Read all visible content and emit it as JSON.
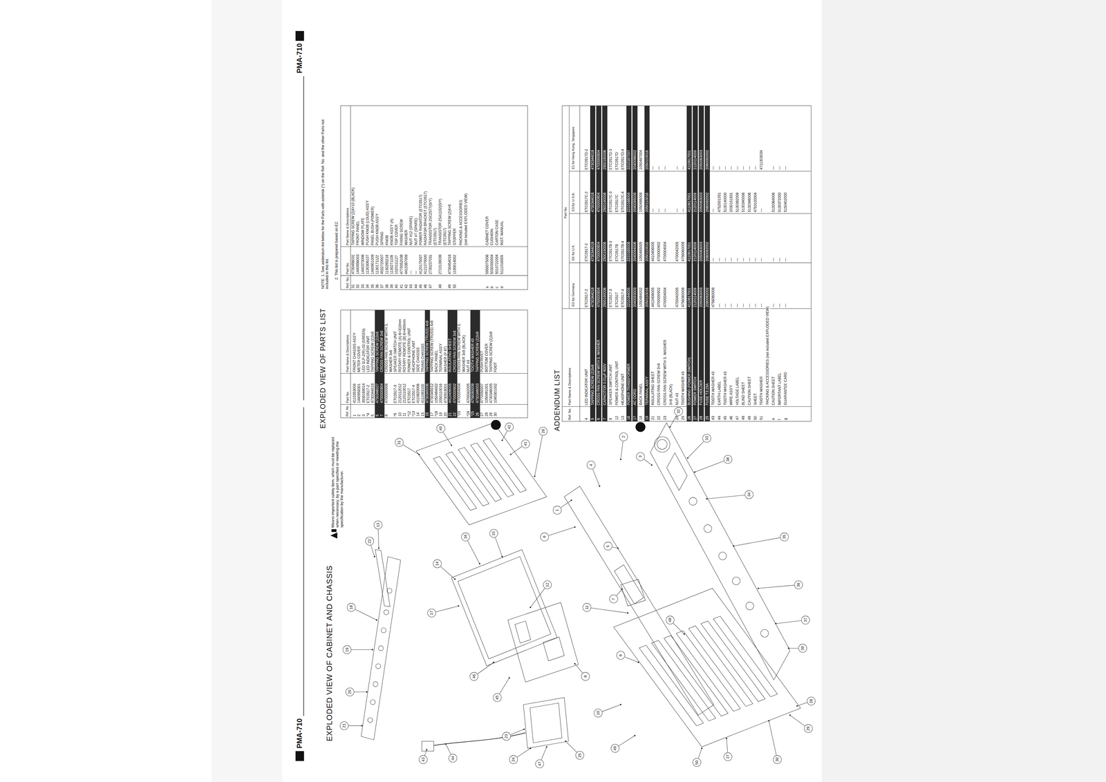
{
  "diagram": {
    "title": "EXPLODED VIEW OF CABINET AND CHASSIS",
    "labels": [
      "PMA-710",
      "PMA-710",
      "EXPLODED VIEW OF PARTS LIST",
      "Means important safety item, which must be replaced when necessary, by a part specified or meeting the specification by the manufacturer.",
      "NOTE: 1. See addendum list below for the Parts with asterisk (*) on the Ref. No. and the other Parts not included in this list.",
      "2. This list is prepared based on E2.",
      "ADDENDUM LIST",
      "Ref. No.",
      "Part No.",
      "Part Name & Descriptions",
      "1",
      "4110353009",
      "FRONT CHASSIS ASS'Y",
      "2",
      "1440958301",
      "METER COVER",
      "3",
      "3939169014",
      "LED SLP-2(R)-03 (GREEN)",
      "*4",
      "ETC0517-2",
      "LED INDICATOR UNIT",
      "5",
      "4730344018",
      "TAPPING SCREW (2)3x8",
      "6",
      "4730346027",
      "TAPPING SCREW (2)3x8",
      "7",
      "4700000804",
      "CROSS PAN SCREW 3x6",
      "8",
      "4700000906",
      "CROSS PAN SCREW WITH S.",
      "WASHER 3x6",
      "*9",
      "ETC0517-3",
      "SPEAKER SWITCH UNIT",
      "10",
      "2120112012",
      "ROTARY REMOTE (A) 6×310mm",
      "11",
      "2120110012",
      "ROTARY REMOTE (B) 6×400mm",
      "*12",
      "ETC0517",
      "POWER & CONTROL UNIT",
      "*13",
      "ETC0517-4",
      "HEADPHONE UNIT",
      "14",
      "4110820006",
      "SIDE CHASSIS",
      "15",
      "4111083100",
      "TRANS CHASSIS",
      "16",
      "4730345006",
      "TAPPING SCREW (TRUSS) 4x8",
      "17",
      "4730345012",
      "TAPPING SCREW (TRUSS) 4x8",
      "*18",
      "1050484002",
      "BACK PANEL",
      "19",
      "2050110016",
      "TERMINAL ASS'Y",
      "20",
      "4730918001",
      "WASHER (P 87)",
      "21",
      "4410406005",
      "INSULATING SHEET",
      "22",
      "4700000902",
      "CROSS PAN SCREW 3x8",
      "*23",
      "4700004004",
      "CROSS PAN SCREW WITH S.",
      "WASHER 3x8 (BLACK)",
      "*24",
      "4700042005",
      "NUT #3",
      "*25",
      "4756060008",
      "TOOTH WASHER #3",
      "26",
      "4730346003",
      "TAPPING SCREW (2)3x8",
      "27",
      "4770050007",
      "PUSH RIVET",
      "28",
      "1050481001",
      "BOTTOM COVER",
      "29",
      "4730346005",
      "TAPPING SCREW (2)3x8",
      "30",
      "1040301002",
      "FOOT",
      "Ref. No.",
      "Part No.",
      "Part Name & Descriptions",
      "31",
      "4730456031",
      "TAPPING SCREW (2)4×10 (BLACK)",
      "32",
      "1440956003",
      "FRONT PANEL",
      "33",
      "1440373006",
      "WINDOW PLATE",
      "34",
      "1130306107",
      "PUSH KNOB (LOUD) ASS'Y",
      "35",
      "1440901009",
      "PANEL BUSH (POWER)",
      "36",
      "1130171122",
      "PUSH KNOB ASS'Y",
      "37",
      "4532720007",
      "SPRING",
      "38",
      "1130265216",
      "KNOB",
      "39",
      "1130271108",
      "KNOB ASS'Y (A)",
      "40",
      "1020111127",
      "TOP COVER",
      "41",
      "4770052038",
      "FIXING SCREW",
      "42",
      "4410387009",
      "WASHER",
      "43",
      "—",
      "NUT #12 (SPARE)",
      "44",
      "—",
      "NUT #7 (SPARE)",
      "45",
      "4120175007",
      "POWER RADIATOR (ETC0517)",
      "46",
      "4121079000",
      "RADIATOR BRACKET (ETC0517)",
      "47",
      "2730237031",
      "TRANSISTOR 2SC2577(O/Y)",
      "(ETC0517)",
      "48",
      "2710139039",
      "TRANSISTOR 2SA1102(O/Y)",
      "(ETC0517)",
      "49",
      "4730454016",
      "TAPPING SCREW (2)4×8",
      "50",
      "1190014002",
      "STOPPER",
      "PACKING & ACCESSORIES",
      "(not included EXPLODED VIEW)",
      "a",
      "5950075006",
      "CABINET COVER",
      "b",
      "5030330004",
      "CUSHION",
      "c",
      "5010722004",
      "CARTON CASE",
      "d",
      "5111016009",
      "INST. MANUAL",
      "Ref. No.",
      "Part Name & Descriptions",
      "Part No.",
      "EG for Germany",
      "EK for U.K.",
      "E3 for U.S.A.",
      "E1 for Hong Kong, Singapore",
      "4",
      "LED INDICATOR UNIT",
      "ETC0517-2",
      "ETC0517-2",
      "ETC0517C-2",
      "ETC0517D-2",
      "5",
      "TAPPING SCREW (2)3x8",
      "4730344018",
      "4730344018",
      "4730344018",
      "4730344018",
      "6",
      "CROSS PAN SCREW WITH S. WASHER",
      "4700000804",
      "4700000804",
      "4700000804",
      "4700000804",
      "7",
      "CAPACITOR 0.01μF 600V",
      "2500190006",
      "2500190006",
      "2500190006",
      "2500190006",
      "9",
      "SPEAKER SWITCH UNIT",
      "ETC0517-3",
      "ETC0517B-3",
      "ETC0517C-3",
      "ETC0517D-3",
      "12",
      "POWER & CONTROL UNIT",
      "ETC0517",
      "ETC0517B",
      "ETC0517C",
      "ETC0517D",
      "13",
      "HEADPHONE UNIT",
      "ETC0517-4",
      "ETC0517B-4",
      "ETC0517C-4",
      "ETC0517D-4",
      "16",
      "POWER TRANSFORMER",
      "2210164005",
      "2210165008",
      "2210166004",
      "2210167007",
      "17",
      "AC CORD",
      "2040093003",
      "2040094006",
      "2040095009",
      "2040096002",
      "18",
      "BACK PANEL",
      "1050484002",
      "1050485005",
      "1050486008",
      "1050487004",
      "19",
      "TERMINAL ASS'Y",
      "2050110016",
      "2050110016",
      "2050110016",
      "2050110016",
      "21",
      "INSULATING SHEET",
      "4410406005",
      "4410406005",
      "—",
      "—",
      "22",
      "CROSS PAN SCREW 3×8",
      "4700000902",
      "4700000902",
      "—",
      "—",
      "23",
      "CROSS PAN SCREW WITH S. WASHER",
      "4700004004",
      "4700004004",
      "—",
      "—",
      "3×8 (BLACK)",
      "24",
      "NUT #3",
      "4700042005",
      "4700042005",
      "—",
      "—",
      "25",
      "TOOTH WASHER #3",
      "4756060008",
      "4756060008",
      "—",
      "—",
      "26",
      "BUSHING (POWER SWITCH)",
      "4110917001",
      "4110917001",
      "4110917001",
      "4110917001",
      "27",
      "POWER SWITCH",
      "2120114009",
      "2120114009",
      "2120114009",
      "2120114009",
      "28",
      "FUSE HOLDER",
      "2050063003",
      "2050063003",
      "2050063003",
      "2050063003",
      "29",
      "FUSE T3.15A",
      "2080092002",
      "2080092002",
      "2080092002",
      "2080092002",
      "43",
      "TOOTH WASHER #3",
      "4756060008",
      "—",
      "—",
      "—",
      "44",
      "EARTH LABEL",
      "—",
      "—",
      "4752001051",
      "—",
      "45",
      "TOOTH WASHER #3",
      "—",
      "—",
      "5130140000",
      "—",
      "46",
      "WIRE ASS'Y",
      "—",
      "—",
      "2030151831",
      "—",
      "47",
      "VOLTAGE LABEL",
      "—",
      "—",
      "5130382008",
      "—",
      "48",
      "BLIND SHEET",
      "—",
      "—",
      "5130340006",
      "—",
      "49",
      "CAUTION SHEET",
      "—",
      "—",
      "5130346006",
      "—",
      "50",
      "SHEET",
      "—",
      "—",
      "4753100004",
      "—",
      "51",
      "TOOTH WASHER",
      "—",
      "—",
      "—",
      "4711303034",
      "PACKING & ACCESSORIES (not included EXPLODED VIEW)",
      "e",
      "CAUTION SHEET",
      "—",
      "—",
      "5130364006",
      "—",
      "f",
      "IMPORTANT LABEL",
      "—",
      "—",
      "5130372000",
      "—",
      "g",
      "GUARANTEE CARD",
      "—",
      "—",
      "5150402000",
      "—",
      "40",
      "41",
      "42",
      "31",
      "26",
      "14",
      "15",
      "16",
      "17",
      "12",
      "45",
      "46",
      "18",
      "19",
      "20",
      "21",
      "22",
      "13",
      "23",
      "24",
      "25",
      "47",
      "1",
      "2",
      "3",
      "4",
      "5",
      "6",
      "7",
      "8",
      "9",
      "10",
      "11",
      "32",
      "33",
      "34",
      "35",
      "36",
      "37",
      "38",
      "39",
      "28",
      "29",
      "30",
      "27",
      "50",
      "49",
      "43",
      "44",
      "48"
    ]
  }
}
